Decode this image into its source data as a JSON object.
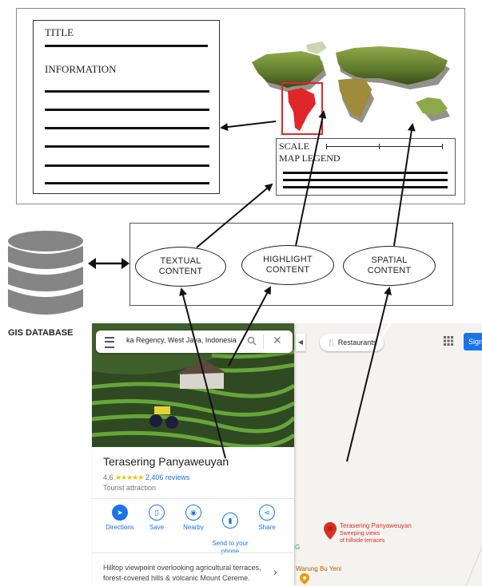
{
  "layout_panel": {
    "title": "TITLE",
    "information": "INFORMATION",
    "scale": "SCALE",
    "map_legend": "MAP LEGEND"
  },
  "database_label": "GIS DATABASE",
  "contents": {
    "textual": "TEXTUAL\nCONTENT",
    "highlight": "HIGHLIGHT\nCONTENT",
    "spatial": "SPATIAL\nCONTENT"
  },
  "gmaps": {
    "search_value": "ka Regency, West Java, Indonesia",
    "restaurants_chip": "Restaurants",
    "sign_in": "Sign",
    "place_name": "Terasering Panyaweuyan",
    "rating": "4.6",
    "stars": "★★★★★",
    "reviews": "2,406 reviews",
    "category": "Tourist attraction",
    "actions": [
      {
        "label": "Directions",
        "icon": "directions-icon"
      },
      {
        "label": "Save",
        "icon": "bookmark-icon"
      },
      {
        "label": "Nearby",
        "icon": "nearby-icon"
      },
      {
        "label": "Send to your\nphone",
        "icon": "phone-icon"
      },
      {
        "label": "Share",
        "icon": "share-icon"
      }
    ],
    "description": "Hilltop viewpoint overlooking agricultural terraces, forest-covered hills & volcanic Mount Cereme.",
    "map_pin_title": "Terasering Panyaweuyan",
    "map_pin_sub": "Sweeping views\nof hillside terraces",
    "map_letter": "G",
    "map_place2": "Warung Bu Yeni"
  },
  "colors": {
    "accent_blue": "#1a73e8",
    "pin_red": "#d93025",
    "orange_pin": "#f29900",
    "highlight_box": "#e0262a"
  }
}
